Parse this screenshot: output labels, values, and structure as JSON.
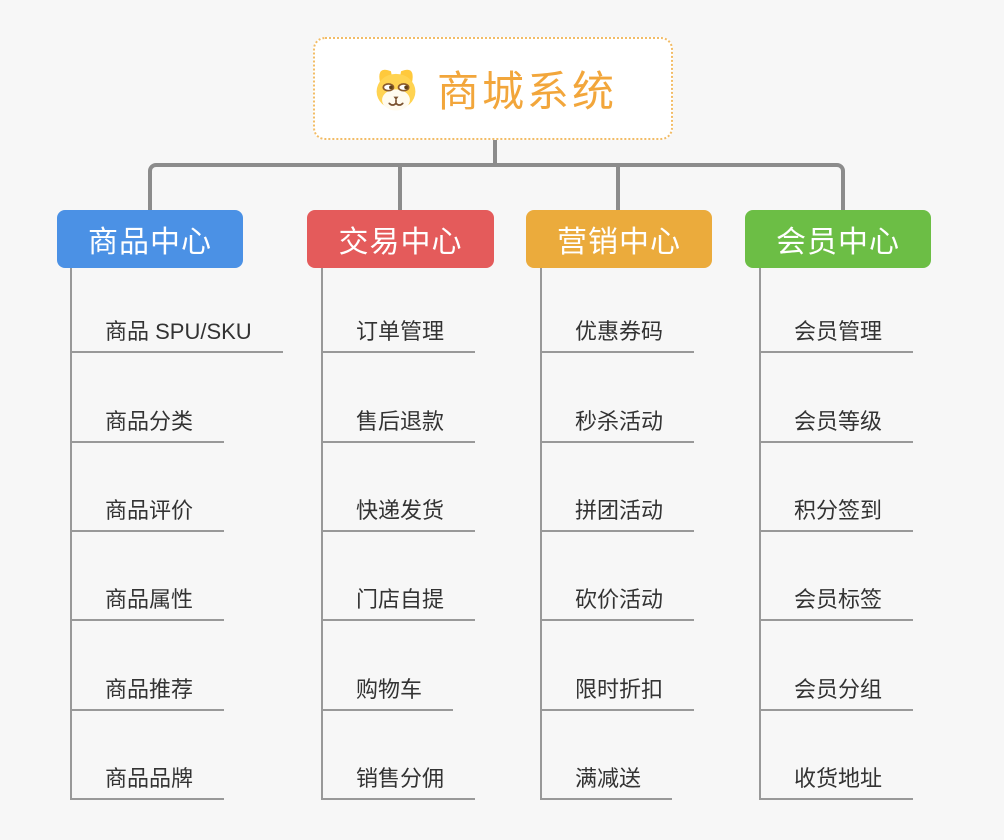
{
  "background_color": "#F7F7F7",
  "connector_color": "#8C8C8C",
  "leaf_line_color": "#999999",
  "leaf_text_color": "#333333",
  "root": {
    "title": "商城系统",
    "icon": "dog-icon",
    "title_color": "#F2A63B",
    "border_color": "#F2BC66",
    "background": "#FFFFFF"
  },
  "branches": [
    {
      "label": "商品中心",
      "color": "#4B91E5",
      "children": [
        "商品 SPU/SKU",
        "商品分类",
        "商品评价",
        "商品属性",
        "商品推荐",
        "商品品牌"
      ]
    },
    {
      "label": "交易中心",
      "color": "#E45B5B",
      "children": [
        "订单管理",
        "售后退款",
        "快递发货",
        "门店自提",
        "购物车",
        "销售分佣"
      ]
    },
    {
      "label": "营销中心",
      "color": "#EBAB3C",
      "children": [
        "优惠券码",
        "秒杀活动",
        "拼团活动",
        "砍价活动",
        "限时折扣",
        "满减送"
      ]
    },
    {
      "label": "会员中心",
      "color": "#6CBE45",
      "children": [
        "会员管理",
        "会员等级",
        "积分签到",
        "会员标签",
        "会员分组",
        "收货地址"
      ]
    }
  ]
}
